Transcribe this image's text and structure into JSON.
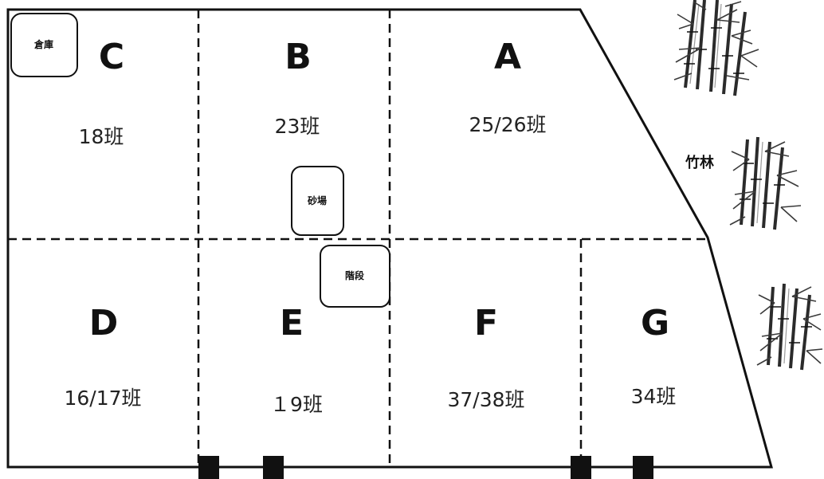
{
  "zones": [
    {
      "letter": "C",
      "group": "18班"
    },
    {
      "letter": "B",
      "group": "23班"
    },
    {
      "letter": "A",
      "group": "25/26班"
    },
    {
      "letter": "D",
      "group": "16/17班"
    },
    {
      "letter": "E",
      "group": "１9班"
    },
    {
      "letter": "F",
      "group": "37/38班"
    },
    {
      "letter": "G",
      "group": "34班"
    }
  ],
  "facilities": {
    "storage": "倉庫",
    "sandbox": "砂場",
    "stairs": "階段"
  },
  "bamboo_grove_label": "竹林"
}
